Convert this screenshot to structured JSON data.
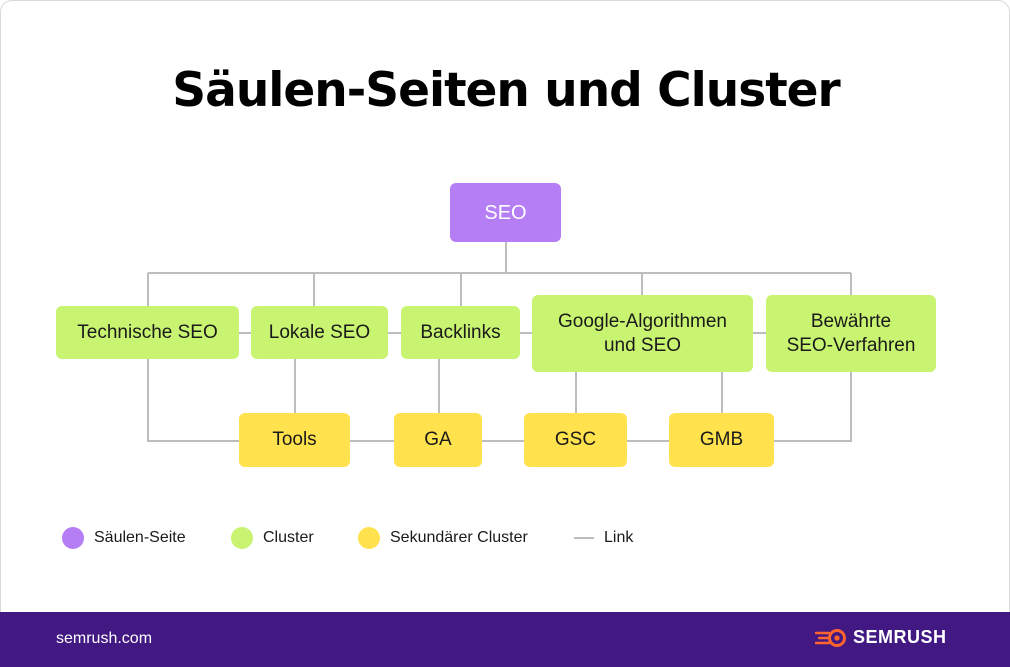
{
  "title": "Säulen-Seiten und Cluster",
  "nodes": {
    "pillar": "SEO",
    "clusters": [
      "Technische SEO",
      "Lokale SEO",
      "Backlinks",
      "Google-Algorithmen\nund SEO",
      "Bewährte\nSEO-Verfahren"
    ],
    "secondary": [
      "Tools",
      "GA",
      "GSC",
      "GMB"
    ]
  },
  "legend": {
    "pillar": "Säulen-Seite",
    "cluster": "Cluster",
    "secondary": "Sekundärer Cluster",
    "link": "Link"
  },
  "colors": {
    "pillar": "#b57ef5",
    "cluster": "#c9f471",
    "secondary": "#ffe24d",
    "link": "#bdbdbd",
    "footer": "#421983",
    "brand_icon": "#ff642d"
  },
  "footer": {
    "url": "semrush.com",
    "brand": "SEMRUSH",
    "brand_icon": "semrush-logo-icon"
  }
}
